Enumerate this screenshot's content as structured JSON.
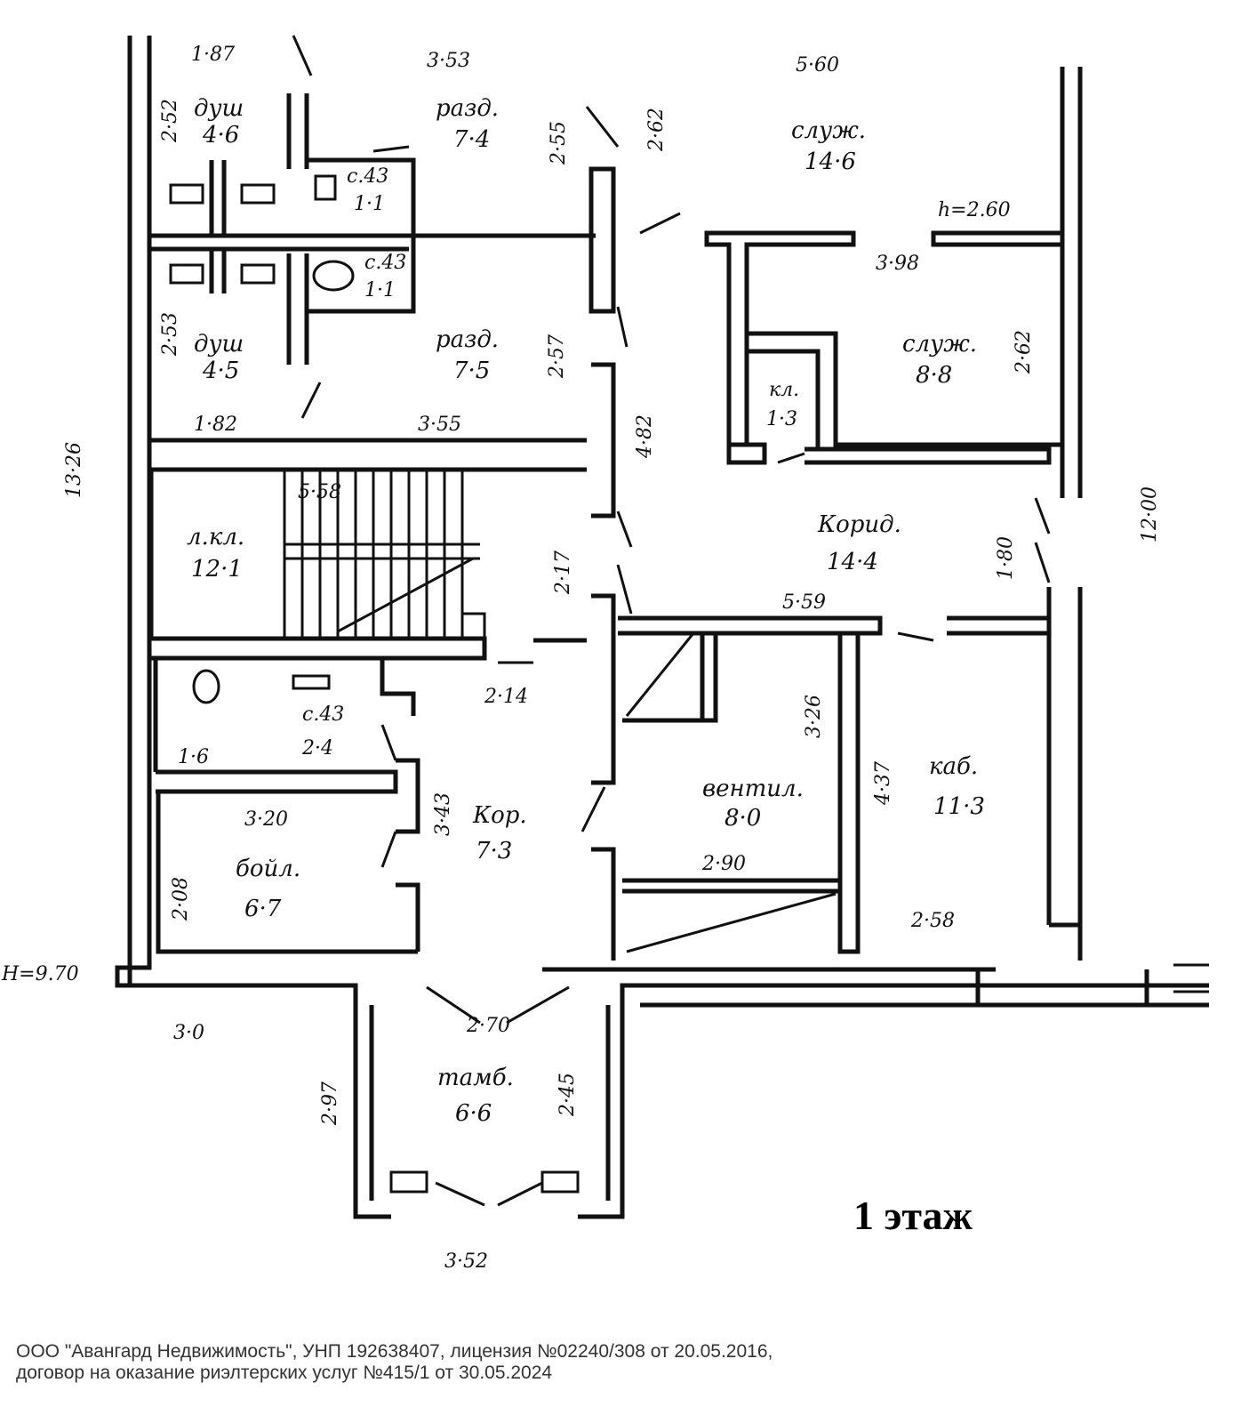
{
  "plan": {
    "floor_label": "1 этаж",
    "footer_line1": "ООО \"Авангард Недвижимость\", УНП 192638407, лицензия №02240/308 от 20.05.2016,",
    "footer_line2": "договор на оказание риэлтерских услуг №415/1 от 30.05.2024"
  },
  "rooms": {
    "shower1": {
      "name": "душ",
      "area": "4·6"
    },
    "shower2": {
      "name": "душ",
      "area": "4·5"
    },
    "change1": {
      "name": "разд.",
      "area": "7·4"
    },
    "change2": {
      "name": "разд.",
      "area": "7·5"
    },
    "wc1": {
      "name": "с.43",
      "area": "1·1"
    },
    "wc2": {
      "name": "с.43",
      "area": "1·1"
    },
    "service1": {
      "name": "служ.",
      "area": "14·6"
    },
    "service2": {
      "name": "служ.",
      "area": "8·8"
    },
    "pantry": {
      "name": "кл.",
      "area": "1·3"
    },
    "corridor1": {
      "name": "Корид.",
      "area": "14·4"
    },
    "stair": {
      "name": "л.кл.",
      "area": "12·1"
    },
    "wc3": {
      "name": "с.43",
      "area": "2·4"
    },
    "small": {
      "area": "1·6"
    },
    "corridor2": {
      "name": "Кор.",
      "area": "7·3"
    },
    "vent": {
      "name": "вентил.",
      "area": "8·0"
    },
    "office": {
      "name": "каб.",
      "area": "11·3"
    },
    "boiler": {
      "name": "бойл.",
      "area": "6·7"
    },
    "vestibule": {
      "name": "тамб.",
      "area": "6·6"
    }
  },
  "dims": {
    "d_187": "1·87",
    "d_353": "3·53",
    "d_560": "5·60",
    "d_252": "2·52",
    "d_255": "2·55",
    "d_262a": "2·62",
    "d_h": "h=2.60",
    "d_398": "3·98",
    "d_253": "2·53",
    "d_257": "2·57",
    "d_262b": "2·62",
    "d_182": "1·82",
    "d_355": "3·55",
    "d_482": "4·82",
    "d_1326": "13·26",
    "d_1200": "12·00",
    "d_558": "5·58",
    "d_217": "2·17",
    "d_180": "1·80",
    "d_559": "5·59",
    "d_214": "2·14",
    "d_326": "3·26",
    "d_437": "4·37",
    "d_343": "3·43",
    "d_320": "3·20",
    "d_290": "2·90",
    "d_208": "2·08",
    "d_258": "2·58",
    "d_H": "H=9.70",
    "d_30": "3·0",
    "d_270": "2·70",
    "d_297": "2·97",
    "d_245": "2·45",
    "d_352": "3·52"
  }
}
